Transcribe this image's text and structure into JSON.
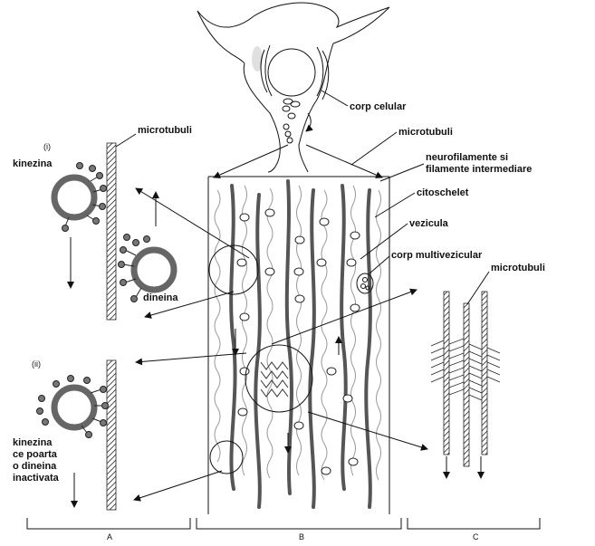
{
  "labels": {
    "corp_celular": "corp celular",
    "microtubuli_top": "microtubuli",
    "neurofilamente_1": "neurofilamente si",
    "neurofilamente_2": "filamente intermediare",
    "citoschelet": "citoschelet",
    "vezicula": "vezicula",
    "corp_multivezicular": "corp multivezicular",
    "microtubuli_right": "microtubuli",
    "microtubuli_left": "microtubuli",
    "panel_i": "(i)",
    "kinezina": "kinezina",
    "dineina": "dineina",
    "panel_ii": "(ii)",
    "kinezina_ce_1": "kinezina",
    "kinezina_ce_2": "ce poarta",
    "kinezina_ce_3": "o dineina",
    "kinezina_ce_4": "inactivata",
    "section_a": "A",
    "section_b": "B",
    "section_c": "C"
  },
  "colors": {
    "ink": "#111111",
    "gray_filament": "#888888",
    "vesicle_ring": "#666666"
  }
}
